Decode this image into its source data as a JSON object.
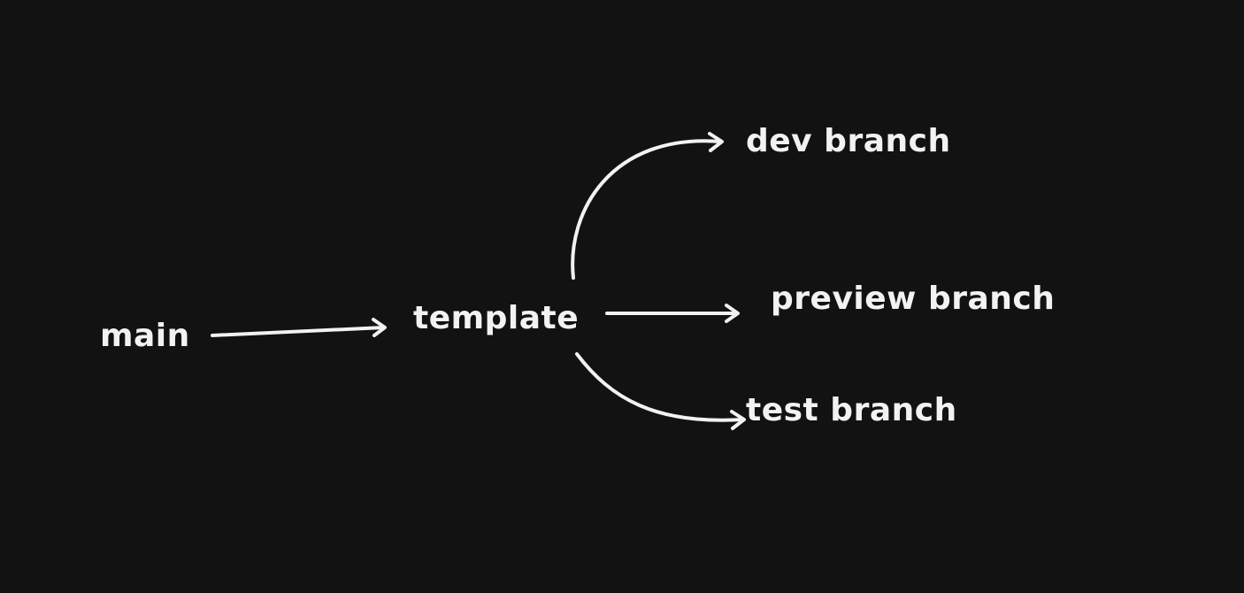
{
  "colors": {
    "background": "#121212",
    "stroke": "#f2f2f2",
    "text": "#f2f2f2"
  },
  "nodes": {
    "main": "main",
    "template": "template",
    "dev": "dev branch",
    "preview": "preview branch",
    "test": "test branch"
  },
  "edges": [
    {
      "from": "main",
      "to": "template"
    },
    {
      "from": "template",
      "to": "dev branch"
    },
    {
      "from": "template",
      "to": "preview branch"
    },
    {
      "from": "template",
      "to": "test branch"
    }
  ]
}
